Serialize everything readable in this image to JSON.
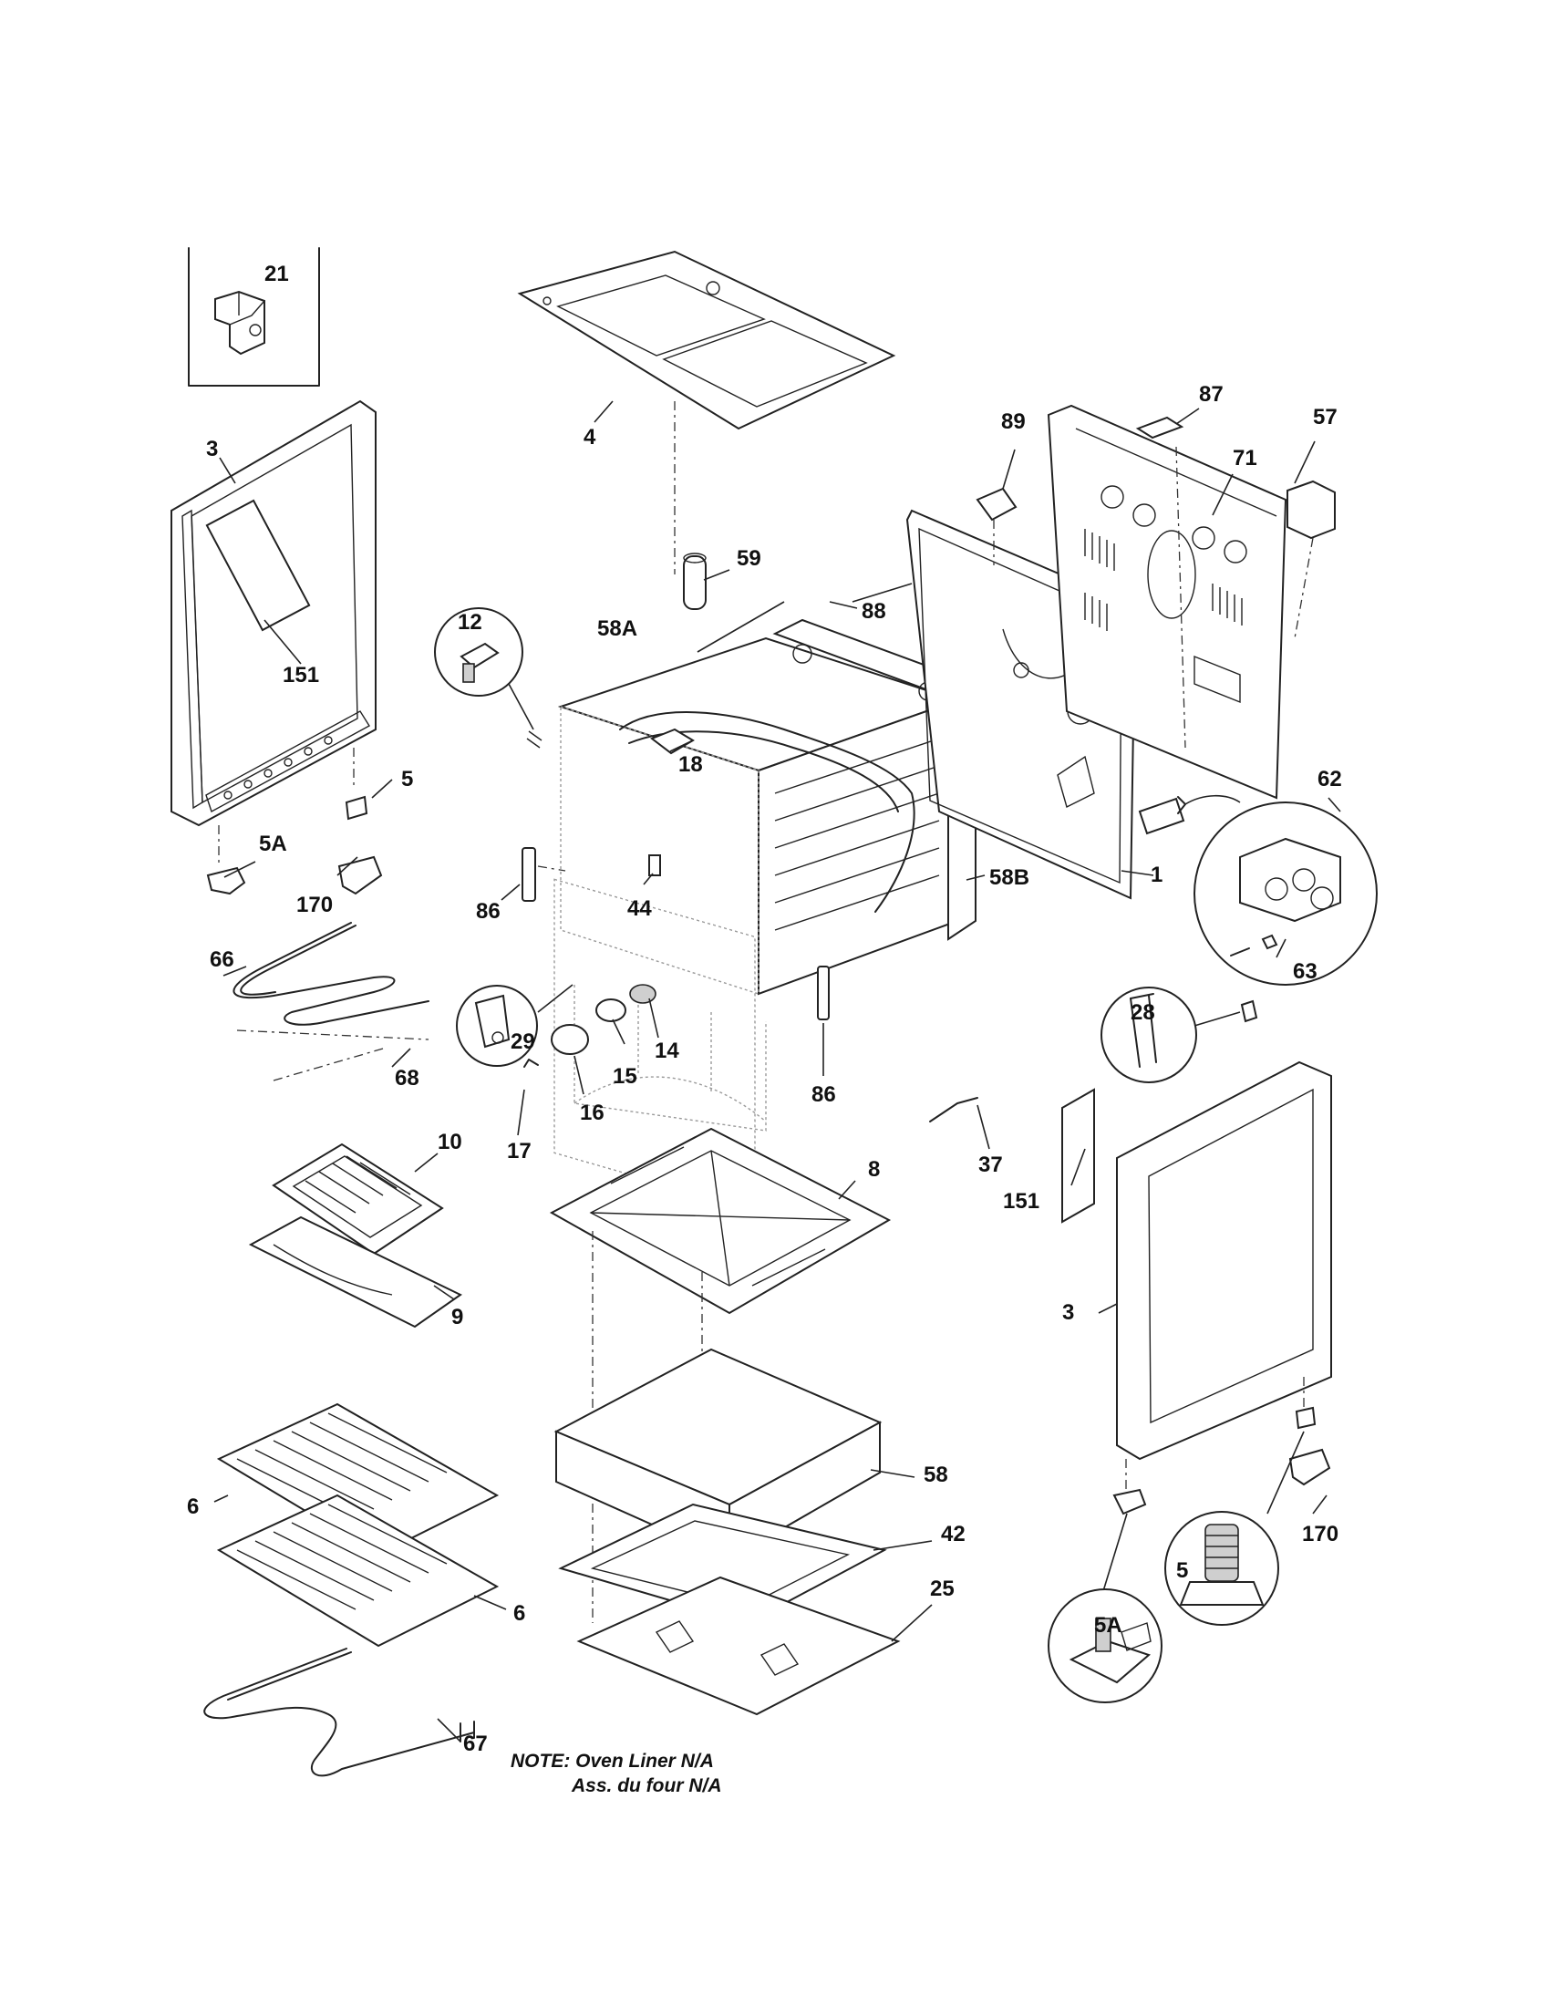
{
  "labels": {
    "p21": "21",
    "p3a": "3",
    "p151a": "151",
    "p5a": "5",
    "p5Aa": "5A",
    "p170a": "170",
    "p4": "4",
    "p59": "59",
    "p12": "12",
    "p58A": "58A",
    "p88": "88",
    "p18": "18",
    "p89": "89",
    "p87": "87",
    "p57": "57",
    "p71": "71",
    "p1": "1",
    "p62": "62",
    "p63": "63",
    "p86a": "86",
    "p44": "44",
    "p58B": "58B",
    "p66": "66",
    "p68": "68",
    "p29": "29",
    "p14": "14",
    "p15": "15",
    "p16": "16",
    "p17": "17",
    "p86b": "86",
    "p37": "37",
    "p28": "28",
    "p151b": "151",
    "p10": "10",
    "p8": "8",
    "p9": "9",
    "p3b": "3",
    "p58": "58",
    "p6a": "6",
    "p42": "42",
    "p6b": "6",
    "p25": "25",
    "p170b": "170",
    "p5b": "5",
    "p5Ab": "5A",
    "p67": "67"
  },
  "note": {
    "line1": "NOTE: Oven Liner N/A",
    "line2": "Ass. du four N/A"
  }
}
